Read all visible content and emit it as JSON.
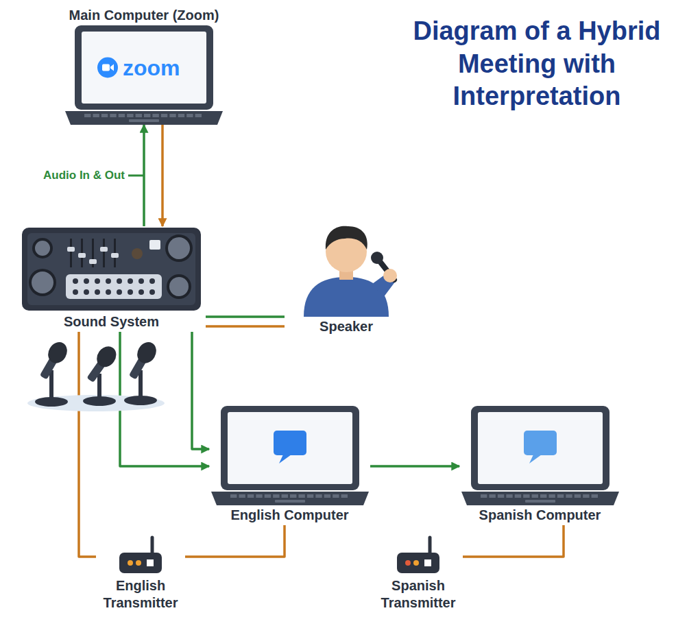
{
  "diagram": {
    "title": "Diagram of a Hybrid Meeting with Interpretation",
    "nodes": [
      {
        "text": [
          "Main Computer (Zoom)",
          "zoom"
        ]
      },
      {
        "text": [
          "Sound System"
        ]
      },
      {
        "text": [
          "Speaker"
        ]
      },
      {
        "text": [
          "English Computer"
        ]
      },
      {
        "text": [
          "Spanish Computer"
        ]
      },
      {
        "text": [
          "English Transmitter"
        ]
      },
      {
        "text": [
          "Spanish Transmitter"
        ]
      }
    ],
    "edges": [
      {
        "from": 1,
        "to": 0,
        "arrow": "to",
        "label": "Audio In & Out"
      },
      {
        "from": 0,
        "to": 1,
        "arrow": "to"
      },
      {
        "from": 1,
        "to": 2,
        "arrow": "none"
      },
      {
        "from": 1,
        "to": 2,
        "arrow": "none"
      },
      {
        "from": 1,
        "to": 3,
        "arrow": "to"
      },
      {
        "from": 1,
        "to": 3,
        "arrow": "to"
      },
      {
        "from": 3,
        "to": 4,
        "arrow": "to"
      },
      {
        "from": 1,
        "to": 5,
        "arrow": "none"
      },
      {
        "from": 3,
        "to": 5,
        "arrow": "none"
      },
      {
        "from": 4,
        "to": 6,
        "arrow": "none"
      }
    ]
  }
}
